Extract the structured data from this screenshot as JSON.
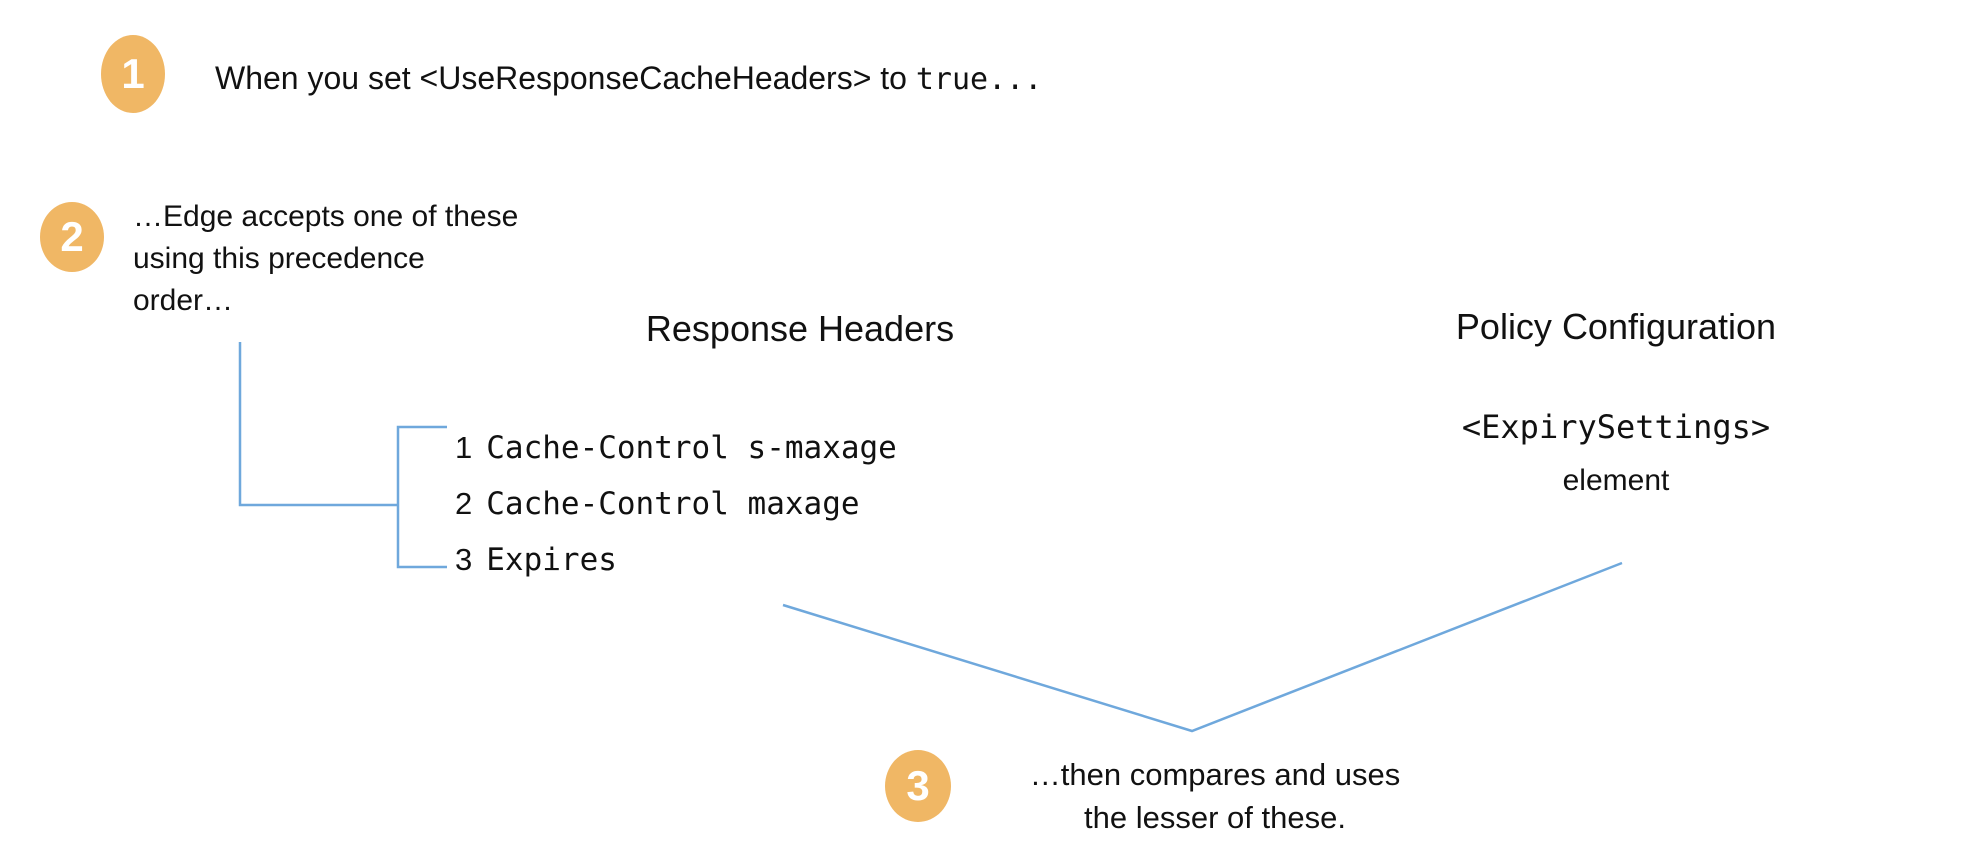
{
  "colors": {
    "accent_orange": "#F0B765",
    "line_blue": "#6FA8DC",
    "text": "#111111"
  },
  "steps": [
    {
      "number": "1",
      "text_plain": "When you set <UseResponseCacheHeaders> to ",
      "text_code": "true..."
    },
    {
      "number": "2",
      "line1": "…Edge accepts one of these",
      "line2": "using this precedence",
      "line3": "order…"
    },
    {
      "number": "3",
      "line1": "…then compares and uses",
      "line2": "the lesser of these."
    }
  ],
  "columns": {
    "response_headers": {
      "title": "Response Headers",
      "items": [
        {
          "rank": "1",
          "value": "Cache-Control s-maxage"
        },
        {
          "rank": "2",
          "value": "Cache-Control maxage"
        },
        {
          "rank": "3",
          "value": "Expires"
        }
      ]
    },
    "policy_configuration": {
      "title": "Policy Configuration",
      "element_code": "<ExpirySettings>",
      "element_label": "element"
    }
  }
}
